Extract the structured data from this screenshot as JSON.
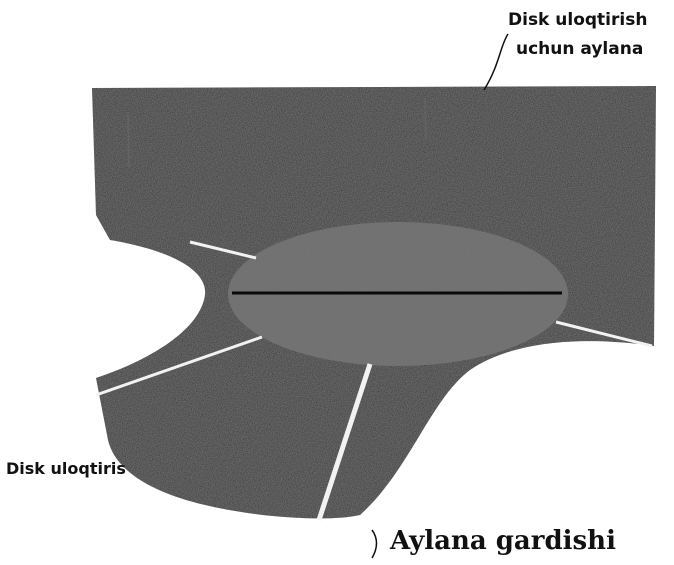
{
  "labels": {
    "top_line1": "Disk uloqtirish",
    "top_line2": "uchun aylana",
    "left": "Disk uloqtiris",
    "bottom": "Aylana gardishi"
  },
  "colors": {
    "background": "#ffffff",
    "region_fill": "#1a1a1a",
    "disk_fill": "#7a7a7a",
    "disk_line": "#0a0a0a",
    "leader_lines": "#f2f2f2",
    "text": "#111111"
  }
}
